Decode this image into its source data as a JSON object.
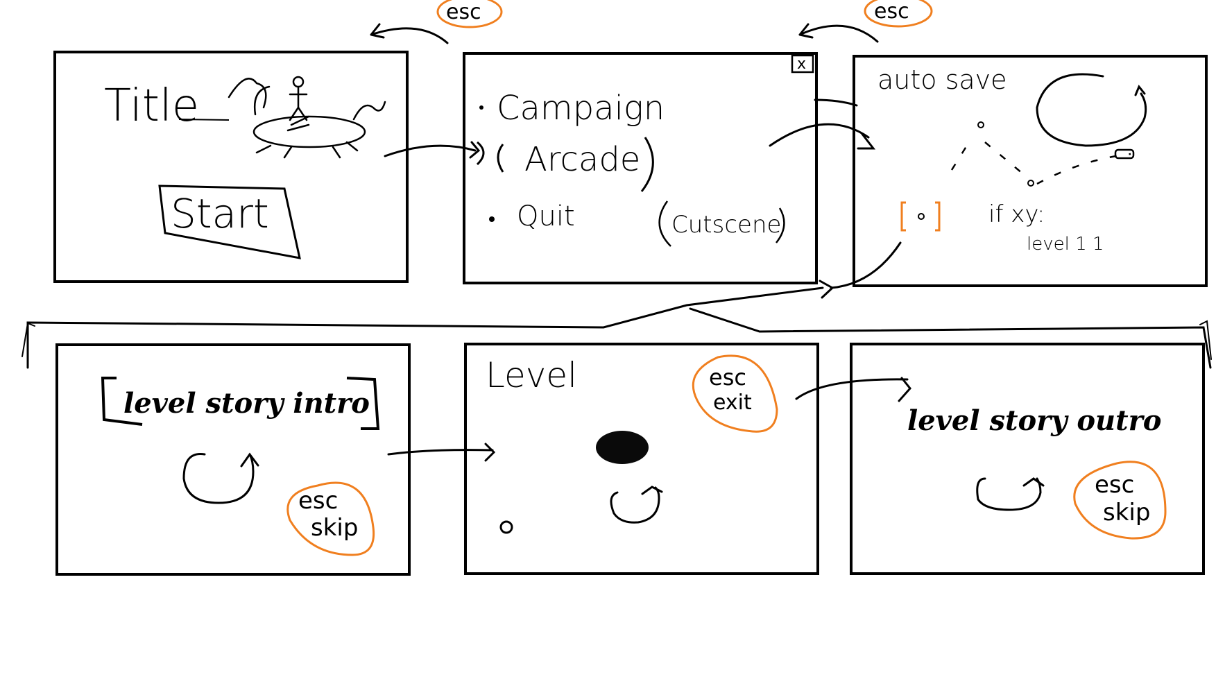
{
  "colors": {
    "ink": "#000000",
    "accent": "#f07f1f",
    "background": "#ffffff"
  },
  "top_keys": {
    "esc_1": "esc",
    "esc_2": "esc"
  },
  "screens": {
    "title": {
      "heading": "Title",
      "start_button": "Start"
    },
    "menu": {
      "close_glyph": "x",
      "items": [
        "Campaign",
        "Arcade",
        "Quit"
      ],
      "cutscene_label": "Cutscene"
    },
    "autosave": {
      "heading": "auto save",
      "condition": "if xy:",
      "target": "level 1 1"
    },
    "intro": {
      "heading": "level story intro",
      "key": "esc",
      "action": "skip"
    },
    "level": {
      "heading": "Level",
      "key": "esc",
      "action": "exit"
    },
    "outro": {
      "heading": "level story outro",
      "key": "esc",
      "action": "skip"
    }
  },
  "icons": [
    "dog-icon",
    "stick-figure-icon",
    "close-icon",
    "loop-arrow-icon",
    "save-slot-icon",
    "player-icon",
    "enemy-blob-icon"
  ]
}
